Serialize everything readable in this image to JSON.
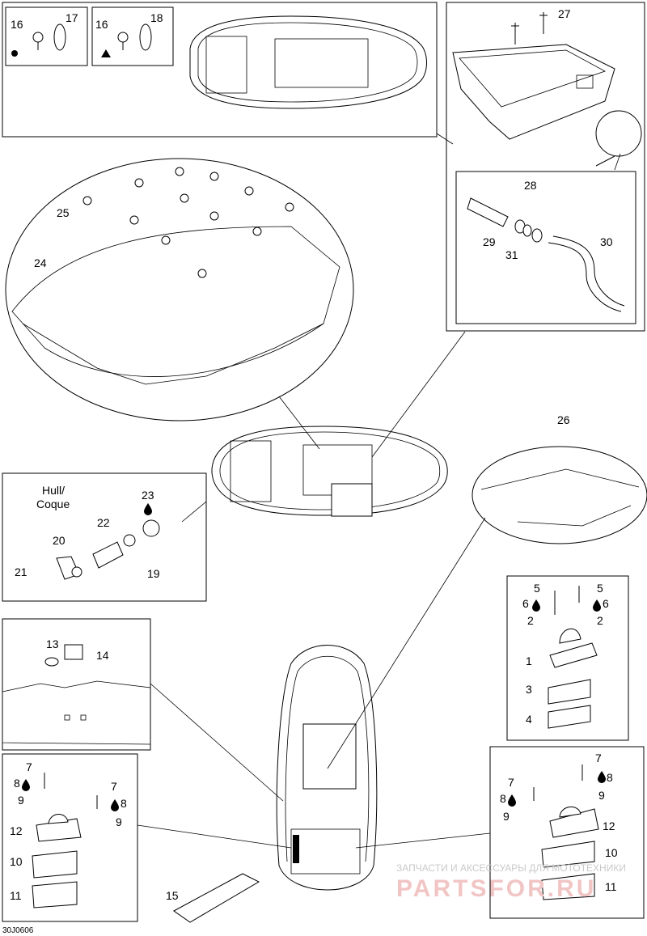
{
  "labels": {
    "c1": "1",
    "c2": "2",
    "c2b": "2",
    "c3": "3",
    "c4": "4",
    "c5": "5",
    "c5b": "5",
    "c6": "6",
    "c6b": "6",
    "d7a": "7",
    "d7b": "7",
    "d8a": "8",
    "d8b": "8",
    "d9a": "9",
    "d9b": "9",
    "d10": "10",
    "d11": "11",
    "d12": "12",
    "e7a": "7",
    "e7b": "7",
    "e8a": "8",
    "e8b": "8",
    "e9a": "9",
    "e9b": "9",
    "e10": "10",
    "e11": "11",
    "e12": "12",
    "n13": "13",
    "n14": "14",
    "n15": "15",
    "n16a": "16",
    "n16b": "16",
    "n17": "17",
    "n18": "18",
    "n19": "19",
    "n20": "20",
    "n21": "21",
    "n22": "22",
    "n23": "23",
    "n24": "24",
    "n25": "25",
    "n26": "26",
    "n27": "27",
    "n28": "28",
    "n29": "29",
    "n30": "30",
    "n31": "31"
  },
  "hull_label": "Hull/",
  "coque_label": "Coque",
  "figure_code": "30J0606",
  "watermark": {
    "line1": "ЗАПЧАСТИ И АКСЕССУАРЫ ДЛЯ МОТОТЕХНИКИ",
    "line2": "PARTSFOR.RU"
  },
  "icons": [
    "loctite-drop-icon",
    "circle-marker-icon",
    "triangle-marker-icon"
  ]
}
